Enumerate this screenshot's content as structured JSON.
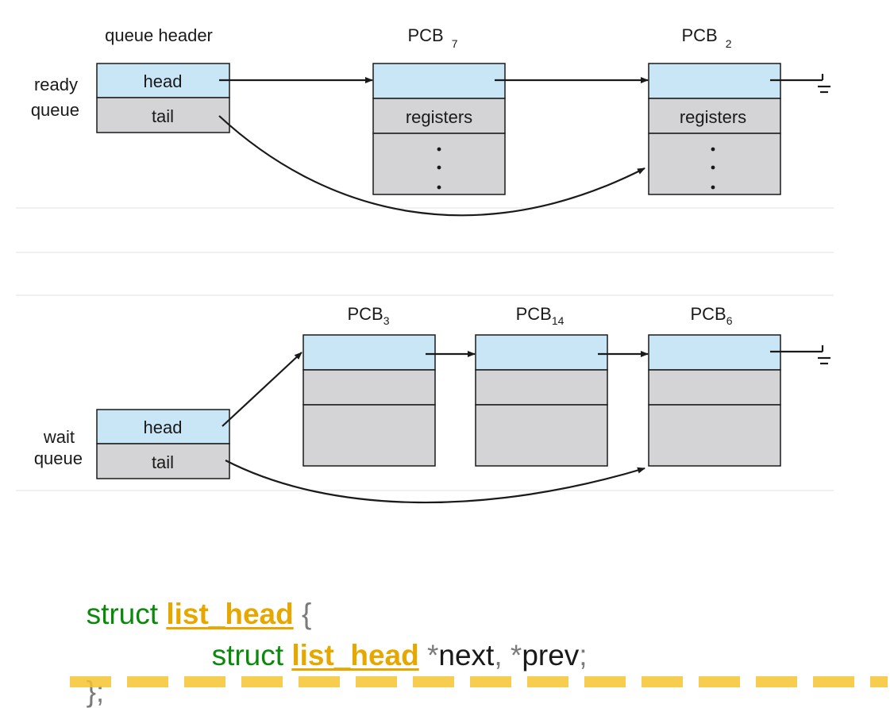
{
  "ready_queue": {
    "label_line1": "ready",
    "label_line2": "queue",
    "header_title": "queue header",
    "head": "head",
    "tail": "tail",
    "pcbs": [
      {
        "name": "PCB",
        "sub": "7",
        "registers": "registers"
      },
      {
        "name": "PCB",
        "sub": "2",
        "registers": "registers"
      }
    ]
  },
  "wait_queue": {
    "label_line1": "wait",
    "label_line2": "queue",
    "head": "head",
    "tail": "tail",
    "pcbs": [
      {
        "name": "PCB",
        "sub": "3"
      },
      {
        "name": "PCB",
        "sub": "14"
      },
      {
        "name": "PCB",
        "sub": "6"
      }
    ]
  },
  "code": {
    "kw_struct": "struct",
    "type_name": "list_head",
    "open_brace": "{",
    "star": "*",
    "field_next": "next",
    "comma": ",",
    "field_prev": "prev",
    "semicolon": ";",
    "close": "};"
  },
  "colors": {
    "head_fill": "#c9e6f7",
    "body_fill": "#d4d4d6",
    "keyword": "#0a8a0a",
    "type": "#e6a800"
  }
}
